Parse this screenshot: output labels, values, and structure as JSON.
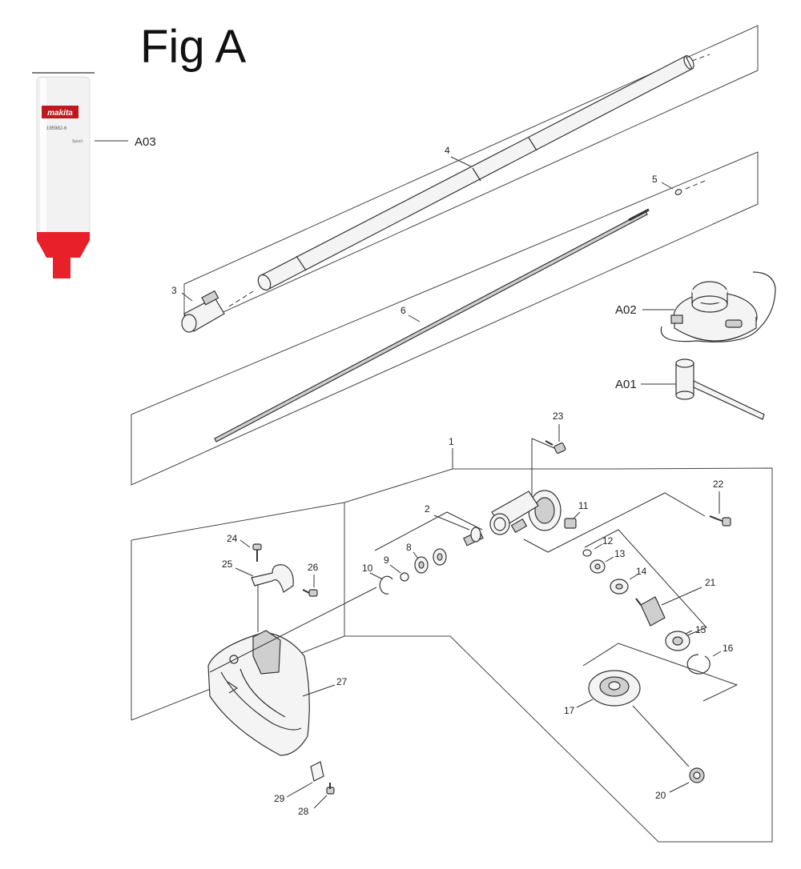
{
  "figure": {
    "title": "Fig A"
  },
  "bottle": {
    "brand": "makita",
    "code": "195982-6",
    "side_text": "Spool"
  },
  "labels": {
    "p1": "1",
    "p2": "2",
    "p3": "3",
    "p4": "4",
    "p5": "5",
    "p6": "6",
    "p8": "8",
    "p9": "9",
    "p10": "10",
    "p11": "11",
    "p12": "12",
    "p13": "13",
    "p14": "14",
    "p15": "15",
    "p16": "16",
    "p17": "17",
    "p20": "20",
    "p21": "21",
    "p22": "22",
    "p23": "23",
    "p24": "24",
    "p25": "25",
    "p26": "26",
    "p27": "27",
    "p28": "28",
    "p29": "29",
    "a01": "A01",
    "a02": "A02",
    "a03": "A03"
  },
  "colors": {
    "bottle_red": "#e8202a",
    "bottle_body": "#f2f2f2",
    "ink": "#333333"
  }
}
